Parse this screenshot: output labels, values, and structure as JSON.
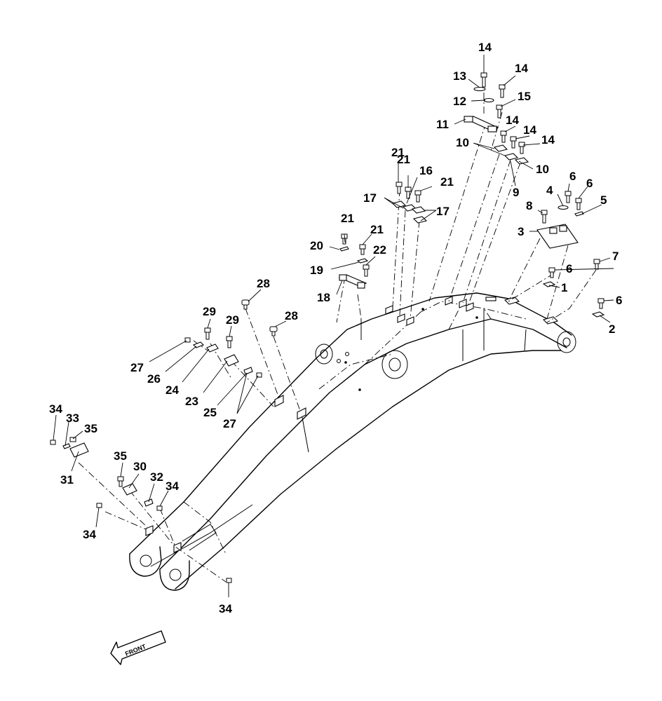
{
  "front_label": "FRONT",
  "callouts": [
    {
      "text": "14"
    },
    {
      "text": "14"
    },
    {
      "text": "13"
    },
    {
      "text": "12"
    },
    {
      "text": "15"
    },
    {
      "text": "11"
    },
    {
      "text": "14"
    },
    {
      "text": "14"
    },
    {
      "text": "14"
    },
    {
      "text": "10"
    },
    {
      "text": "10"
    },
    {
      "text": "9"
    },
    {
      "text": "21"
    },
    {
      "text": "21"
    },
    {
      "text": "16"
    },
    {
      "text": "21"
    },
    {
      "text": "17"
    },
    {
      "text": "17"
    },
    {
      "text": "6"
    },
    {
      "text": "4"
    },
    {
      "text": "6"
    },
    {
      "text": "5"
    },
    {
      "text": "8"
    },
    {
      "text": "3"
    },
    {
      "text": "21"
    },
    {
      "text": "21"
    },
    {
      "text": "20"
    },
    {
      "text": "22"
    },
    {
      "text": "19"
    },
    {
      "text": "18"
    },
    {
      "text": "7"
    },
    {
      "text": "6"
    },
    {
      "text": "1"
    },
    {
      "text": "6"
    },
    {
      "text": "2"
    },
    {
      "text": "28"
    },
    {
      "text": "29"
    },
    {
      "text": "29"
    },
    {
      "text": "28"
    },
    {
      "text": "27"
    },
    {
      "text": "26"
    },
    {
      "text": "24"
    },
    {
      "text": "23"
    },
    {
      "text": "25"
    },
    {
      "text": "27"
    },
    {
      "text": "34"
    },
    {
      "text": "33"
    },
    {
      "text": "35"
    },
    {
      "text": "31"
    },
    {
      "text": "35"
    },
    {
      "text": "30"
    },
    {
      "text": "32"
    },
    {
      "text": "34"
    },
    {
      "text": "34"
    },
    {
      "text": "34"
    }
  ]
}
